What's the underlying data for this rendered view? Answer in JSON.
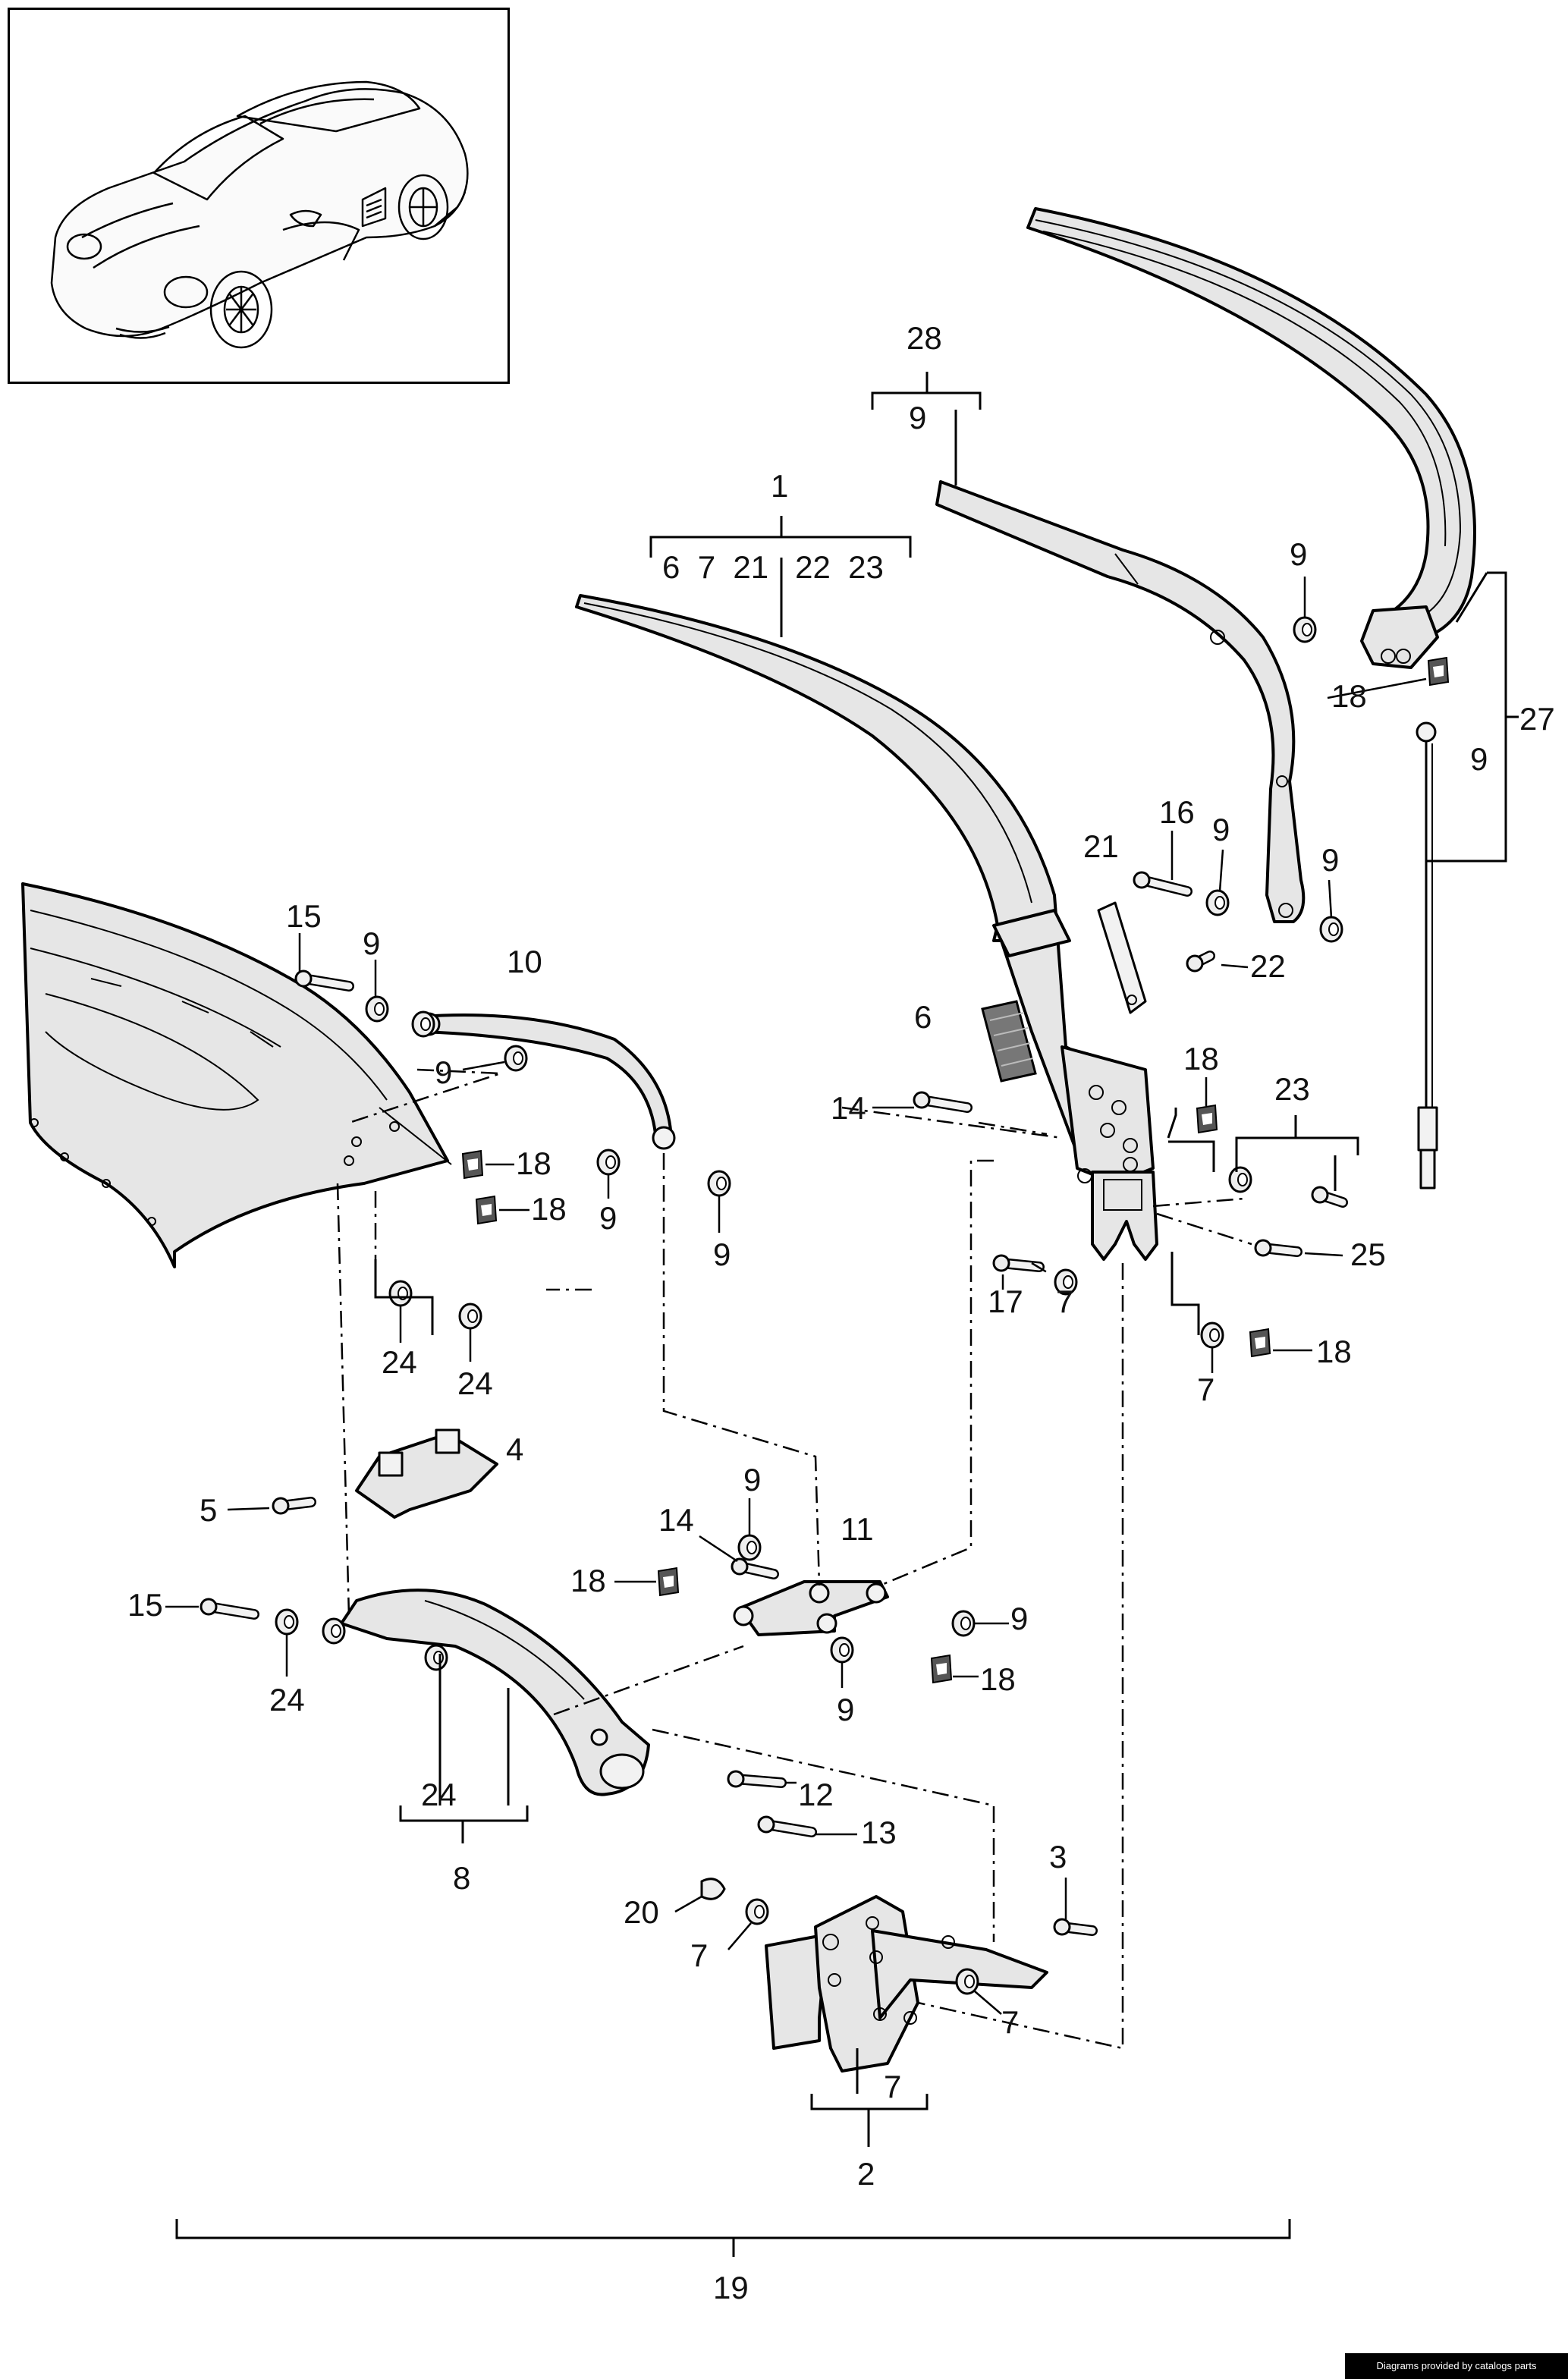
{
  "thumbnail": {
    "icon": "car-roadster-icon"
  },
  "credit": "Diagrams provided by catalogs parts",
  "callouts": {
    "c1": "1",
    "c1_subs": "6  7  21   22  23",
    "c28": "28",
    "c28_sub": "9",
    "c27": "27",
    "c27_sub": "9",
    "c9a": "9",
    "c18a": "18",
    "c16": "16",
    "c9b": "9",
    "c9c": "9",
    "c21": "21",
    "c22": "22",
    "c6": "6",
    "c14a": "14",
    "c18b": "18",
    "c23": "23",
    "c25": "25",
    "c17": "17",
    "c7a": "7",
    "c7b": "7",
    "c18c": "18",
    "c15a": "15",
    "c9d": "9",
    "c10": "10",
    "c9e": "9",
    "c18d": "18",
    "c18e": "18",
    "c9f": "9",
    "c9g": "9",
    "c24a": "24",
    "c24b": "24",
    "c4": "4",
    "c5": "5",
    "c9h": "9",
    "c14b": "14",
    "c11": "11",
    "c18f": "18",
    "c9i": "9",
    "c18g": "18",
    "c9j": "9",
    "c15b": "15",
    "c24c": "24",
    "c24d": "24",
    "c8": "8",
    "c12": "12",
    "c13": "13",
    "c3": "3",
    "c20": "20",
    "c7c": "7",
    "c7d": "7",
    "c7e": "7",
    "c2": "2",
    "c19": "19"
  }
}
